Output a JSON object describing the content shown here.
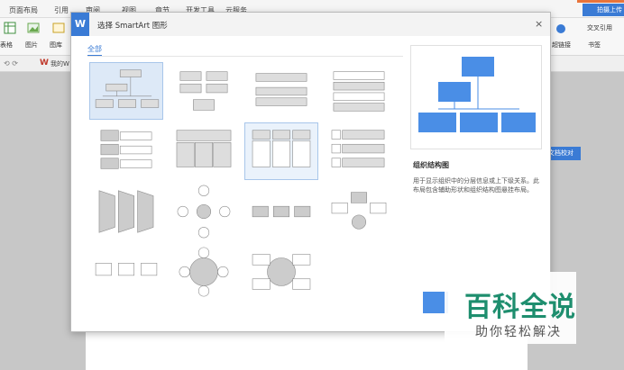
{
  "app": {
    "tabs": [
      "页面布局",
      "引用",
      "审阅",
      "视图",
      "章节",
      "开发工具",
      "云服务"
    ],
    "ribbon_tools": [
      "表格",
      "图片",
      "图库"
    ],
    "right_tools": [
      "交叉引用",
      "超链接",
      "书签"
    ],
    "top_right_button": "拍摄上传",
    "toolbar2_text": "我的W",
    "side_tab": "文档校对"
  },
  "dialog": {
    "title": "选择 SmartArt 图形",
    "logo": "W",
    "close": "×",
    "category_tab": "全部",
    "preview": {
      "title": "组织结构图",
      "description": "用于显示组织中的分层信息或上下级关系。此布局包含辅助形状和组织结构图悬挂布局。"
    }
  },
  "watermark": {
    "title": "百科全说",
    "subtitle": "助你轻松解决"
  },
  "colors": {
    "accent": "#3a7bd5",
    "preview_fill": "#4a8ee6",
    "selected_bg": "#dde9f7",
    "watermark_green": "#1e8e6e"
  }
}
